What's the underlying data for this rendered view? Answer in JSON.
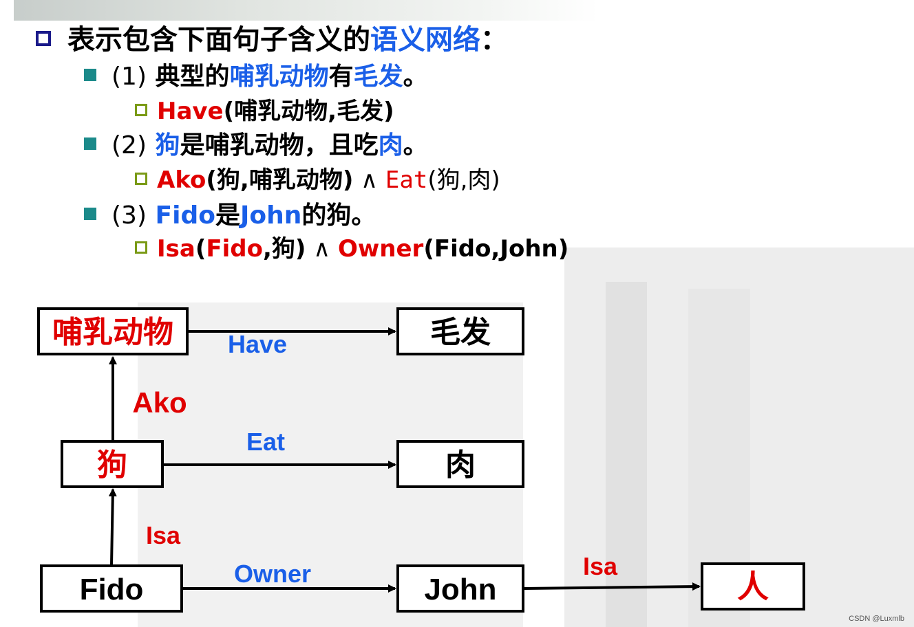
{
  "heading": {
    "prefix": "表示包含下面句子含义的",
    "highlight": "语义网络",
    "suffix": "："
  },
  "sentences": [
    {
      "number": "(1)",
      "parts": [
        {
          "text": "典型的",
          "color": "black"
        },
        {
          "text": "哺乳动物",
          "color": "blue"
        },
        {
          "text": "有",
          "color": "black"
        },
        {
          "text": "毛发",
          "color": "blue"
        },
        {
          "text": "。",
          "color": "black"
        }
      ],
      "formula": [
        {
          "text": "Have",
          "color": "red"
        },
        {
          "text": "(哺乳动物,毛发)",
          "color": "black"
        }
      ]
    },
    {
      "number": "(2)",
      "parts": [
        {
          "text": "狗",
          "color": "blue"
        },
        {
          "text": "是哺乳动物，且吃",
          "color": "black"
        },
        {
          "text": "肉",
          "color": "blue"
        },
        {
          "text": "。",
          "color": "black"
        }
      ],
      "formula": [
        {
          "text": "Ako",
          "color": "red"
        },
        {
          "text": "(狗,哺乳动物)",
          "color": "black"
        },
        {
          "text": " ∧ ",
          "color": "black"
        },
        {
          "text": "Eat",
          "color": "red-mono"
        },
        {
          "text": "(狗,肉)",
          "color": "black"
        }
      ]
    },
    {
      "number": "(3)",
      "parts": [
        {
          "text": "Fido",
          "color": "blue"
        },
        {
          "text": "是",
          "color": "black"
        },
        {
          "text": "John",
          "color": "blue"
        },
        {
          "text": "的狗。",
          "color": "black"
        }
      ],
      "formula": [
        {
          "text": "Isa",
          "color": "red"
        },
        {
          "text": "(",
          "color": "black"
        },
        {
          "text": "Fido",
          "color": "red"
        },
        {
          "text": ",狗)",
          "color": "black"
        },
        {
          "text": " ∧ ",
          "color": "black"
        },
        {
          "text": "Owner",
          "color": "red"
        },
        {
          "text": "(Fido,John)",
          "color": "black"
        }
      ]
    }
  ],
  "diagram": {
    "nodes": {
      "mammal": {
        "label": "哺乳动物",
        "color": "#e00000"
      },
      "hair": {
        "label": "毛发",
        "color": "#000000"
      },
      "dog": {
        "label": "狗",
        "color": "#e00000"
      },
      "meat": {
        "label": "肉",
        "color": "#000000"
      },
      "fido": {
        "label": "Fido",
        "color": "#000000"
      },
      "john": {
        "label": "John",
        "color": "#000000"
      },
      "person": {
        "label": "人",
        "color": "#e00000"
      }
    },
    "edges": {
      "have": {
        "label": "Have",
        "color": "#1a5fe8"
      },
      "ako": {
        "label": "Ako",
        "color": "#e00000"
      },
      "eat": {
        "label": "Eat",
        "color": "#1a5fe8"
      },
      "isa_fido_dog": {
        "label": "Isa",
        "color": "#e00000"
      },
      "owner": {
        "label": "Owner",
        "color": "#1a5fe8"
      },
      "isa_john_person": {
        "label": "Isa",
        "color": "#e00000"
      }
    }
  },
  "colors": {
    "blue": "#1a5fe8",
    "red": "#e00000",
    "bullet_main": "#1a1a8a",
    "bullet_sub": "#1b8a8a",
    "bullet_formula": "#7a9a16"
  },
  "watermark": "CSDN @Luxmlb"
}
